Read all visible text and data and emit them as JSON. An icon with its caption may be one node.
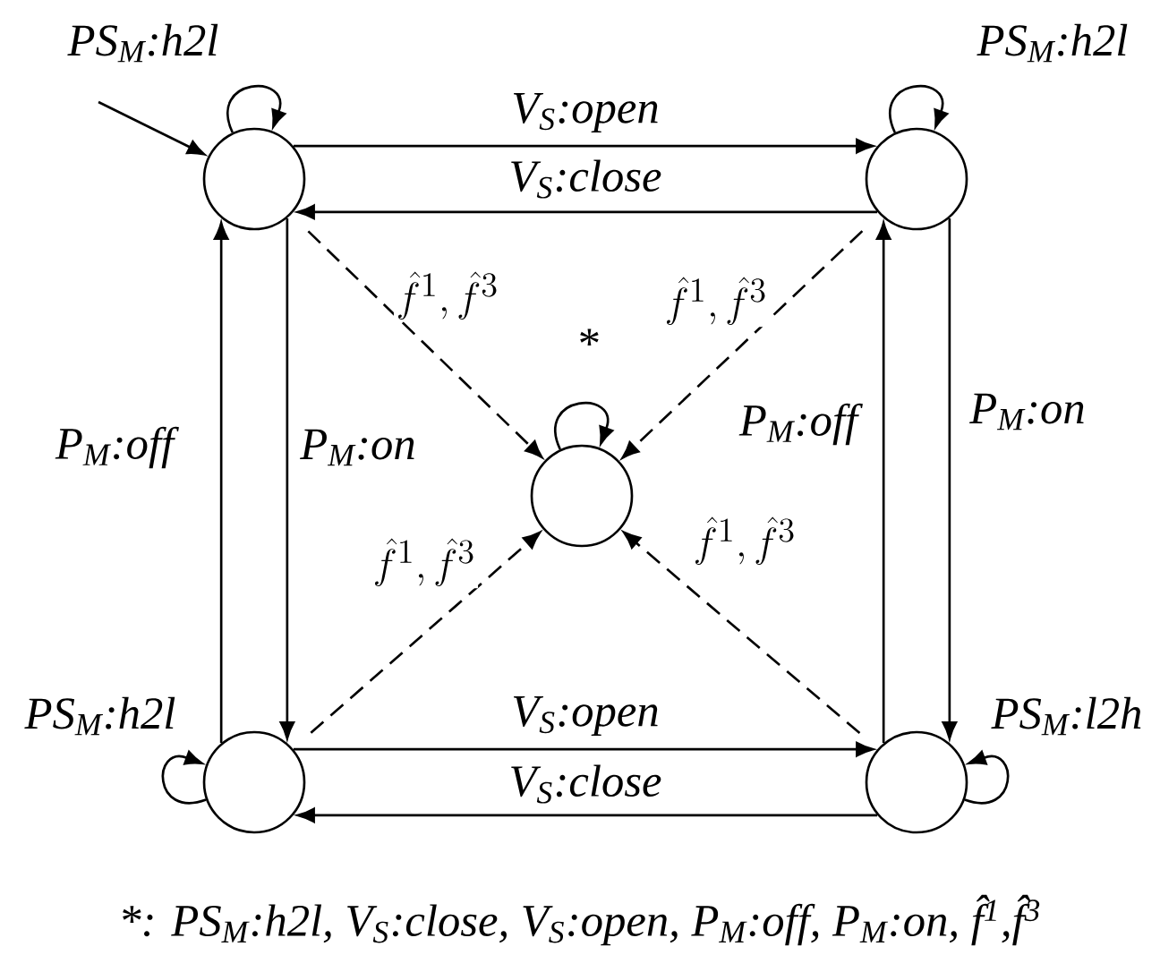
{
  "diagram": {
    "nodes": [
      {
        "text": [],
        "shape": "circle"
      },
      {
        "text": [],
        "shape": "circle"
      },
      {
        "text": [],
        "shape": "circle"
      },
      {
        "text": [],
        "shape": "circle"
      },
      {
        "text": [],
        "shape": "circle"
      }
    ],
    "edges": [
      {
        "from": null,
        "to": 0,
        "arrow": "to"
      },
      {
        "from": 0,
        "to": 0,
        "arrow": "to",
        "label": "PS$_{M}$:h2l"
      },
      {
        "from": 0,
        "to": 1,
        "arrow": "to",
        "label": "V$_{S}$:open"
      },
      {
        "from": 1,
        "to": 0,
        "arrow": "to",
        "label": "V$_{S}$:close"
      },
      {
        "from": 0,
        "to": 2,
        "arrow": "to",
        "style": "dashed",
        "label": "\\hat{f}^1,\\hat{f}^3"
      },
      {
        "from": 1,
        "to": 1,
        "arrow": "to",
        "label": "PS$_{M}$:h2l"
      },
      {
        "from": 1,
        "to": 2,
        "arrow": "to",
        "style": "dashed",
        "label": "\\hat{f}^1,\\hat{f}^3"
      },
      {
        "from": 3,
        "to": 0,
        "arrow": "to",
        "label": "P$_{M}$:off"
      },
      {
        "from": 0,
        "to": 3,
        "arrow": "to",
        "label": "P$_{M}$:on"
      },
      {
        "from": 2,
        "to": 2,
        "arrow": "to",
        "label": "*"
      },
      {
        "from": 4,
        "to": 1,
        "arrow": "to",
        "label": "P$_{M}$:off"
      },
      {
        "from": 1,
        "to": 4,
        "arrow": "to",
        "label": "P$_{M}$:on"
      },
      {
        "from": 3,
        "to": 2,
        "arrow": "to",
        "style": "dashed",
        "label": "\\hat{f}^1,\\hat{f}^3"
      },
      {
        "from": 4,
        "to": 2,
        "arrow": "to",
        "style": "dashed",
        "label": "\\hat{f}^1,\\hat{f}^3"
      },
      {
        "from": 3,
        "to": 3,
        "arrow": "to",
        "label": "PS$_{M}$:h2l"
      },
      {
        "from": 3,
        "to": 4,
        "arrow": "to",
        "label": "V$_{S}$:open"
      },
      {
        "from": 4,
        "to": 3,
        "arrow": "to",
        "label": "V$_{S}$:close"
      },
      {
        "from": 4,
        "to": 4,
        "arrow": "to",
        "label": "PS$_{M}$:l2h"
      }
    ],
    "caption": "*: PS$_{M}$:h2l, V$_{S}$:close, V$_{S}$:open, P$_{M}$:off, P$_{M}$:on, f̂$^{1}$,f̂$^{3}$"
  }
}
